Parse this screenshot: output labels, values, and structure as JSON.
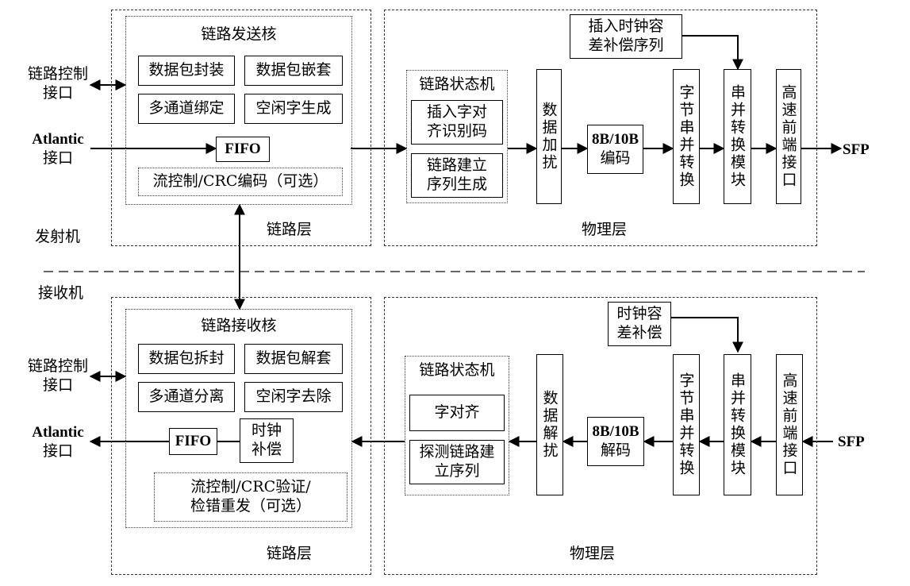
{
  "tx": {
    "section_label": "发射机",
    "link_layer": {
      "label": "链路层",
      "core_title": "链路发送核",
      "cells": [
        "数据包封装",
        "数据包嵌套",
        "多通道绑定",
        "空闲字生成"
      ],
      "fifo": "FIFO",
      "flow_ctrl": "流控制/CRC编码（可选）"
    },
    "phy_layer": {
      "label": "物理层",
      "state_machine": {
        "title": "链路状态机",
        "items": [
          "插入字对齐识别码",
          "链路建立序列生成"
        ]
      },
      "scrambler": "数据加扰",
      "encoder": {
        "line1": "8B/10B",
        "line2": "编码"
      },
      "byte_conv": "字节串并转换",
      "serdes": "串并转换模块",
      "hs_port": "高速前端接口",
      "clock_comp": {
        "line1": "插入时钟容",
        "line2": "差补偿序列"
      },
      "sfp": "SFP"
    },
    "ports": {
      "link_ctrl": {
        "line1": "链路控制",
        "line2": "接口"
      },
      "atlantic": {
        "line1": "Atlantic",
        "line2": "接口"
      }
    }
  },
  "rx": {
    "section_label": "接收机",
    "link_layer": {
      "label": "链路层",
      "core_title": "链路接收核",
      "cells": [
        "数据包拆封",
        "数据包解套",
        "多通道分离",
        "空闲字去除"
      ],
      "fifo": "FIFO",
      "clock_comp": {
        "line1": "时钟",
        "line2": "补偿"
      },
      "flow_ctrl": {
        "line1": "流控制/CRC验证/",
        "line2": "检错重发（可选）"
      }
    },
    "phy_layer": {
      "label": "物理层",
      "state_machine": {
        "title": "链路状态机",
        "items": [
          "字对齐",
          "探测链路建立序列"
        ]
      },
      "descrambler": "数据解扰",
      "decoder": {
        "line1": "8B/10B",
        "line2": "解码"
      },
      "byte_conv": "字节串并转换",
      "serdes": "串并转换模块",
      "hs_port": "高速前端接口",
      "clock_comp": {
        "line1": "时钟容",
        "line2": "差补偿"
      },
      "sfp": "SFP"
    },
    "ports": {
      "link_ctrl": {
        "line1": "链路控制",
        "line2": "接口"
      },
      "atlantic": {
        "line1": "Atlantic",
        "line2": "接口"
      }
    }
  }
}
